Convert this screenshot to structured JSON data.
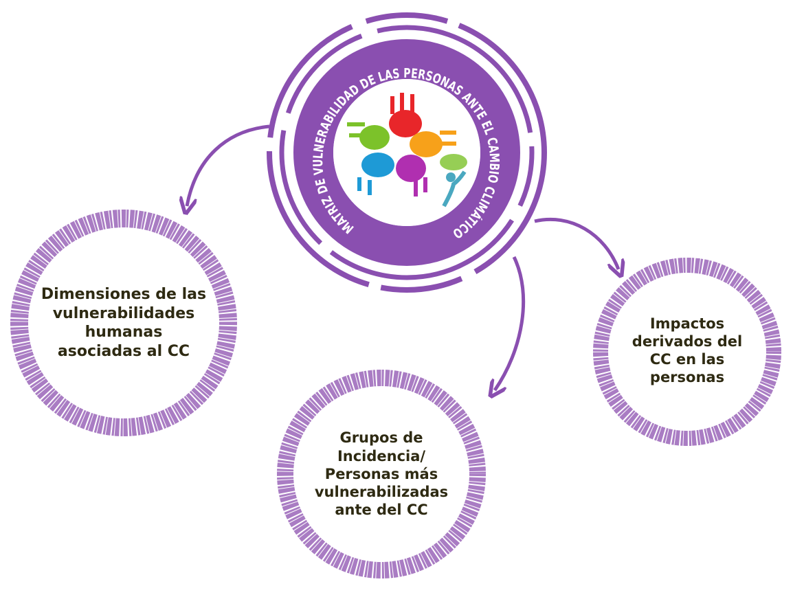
{
  "colors": {
    "emblem": "#8a4fb0",
    "node_ring": "#a97cc3",
    "arrow": "#8a4fb0",
    "text": "#2e2a12"
  },
  "emblem": {
    "ring_text": "MATRIZ DE VULNERABILIDAD DE LAS PERSONAS ANTE EL CAMBIO CLIMÁTICO",
    "logo_icon": "colored-hands-logo"
  },
  "nodes": [
    {
      "lines": [
        "Dimensiones de las",
        "vulnerabilidades",
        "humanas",
        "asociadas al CC"
      ]
    },
    {
      "lines": [
        "Grupos de",
        "Incidencia/",
        "Personas más",
        "vulnerabilizadas",
        "ante del CC"
      ]
    },
    {
      "lines": [
        "Impactos",
        "derivados del",
        "CC en las",
        "personas"
      ]
    }
  ]
}
